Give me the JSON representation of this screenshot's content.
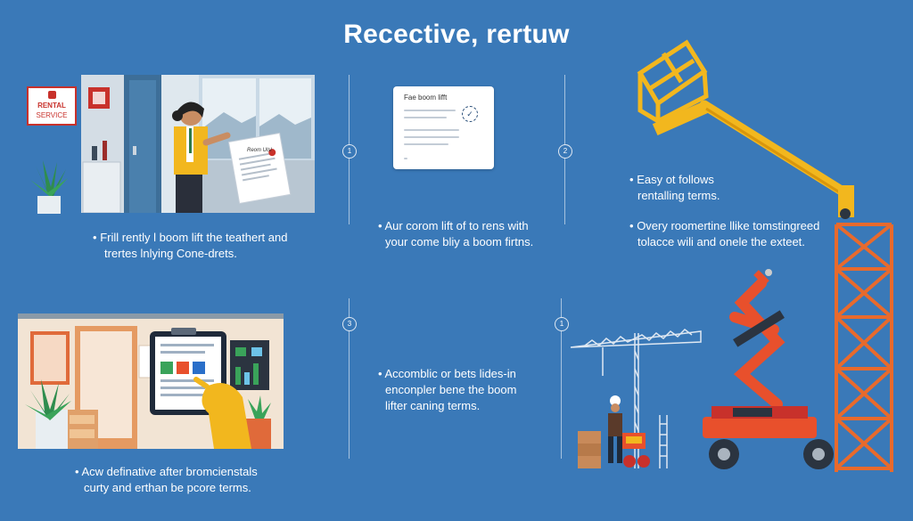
{
  "title": "Recective, rertuw",
  "steps": [
    "1",
    "2",
    "3",
    "1"
  ],
  "doc_card_title": "Fae boom lifft",
  "paper_note": "Reom Ulsl",
  "sign": {
    "line1": "RENTAL",
    "line2": "SERVICE"
  },
  "captions": {
    "c1": {
      "bullet": "•",
      "line1": "Frill rently l boom lift the teathert and",
      "line2": "trertes lnlying Cone-drets."
    },
    "c2": {
      "bullet": "•",
      "line1": "Aur corom lift of to rens with",
      "line2": "your come bliy a boom firtns."
    },
    "c3": {
      "bullet": "•",
      "line1": "Easy ot follows",
      "line2": "rentalling terms."
    },
    "c4": {
      "bullet": "•",
      "line1": "Overy roomertine llike tomstingreed",
      "line2": "tolacce wili and onele the exteet."
    },
    "c5": {
      "bullet": "•",
      "line1": "Accomblic or bets lides-in",
      "line2": "enconpler bene the boom",
      "line3": "lifter caning terms."
    },
    "c6": {
      "bullet": "•",
      "line1": "Acw definative after bromcienstals",
      "line2": "curty and erthan be pcore terms."
    }
  },
  "colors": {
    "background": "#3a79b8",
    "boom_yellow": "#f2b71e",
    "lift_red": "#e8502c",
    "tower_orange": "#e86a2c"
  }
}
